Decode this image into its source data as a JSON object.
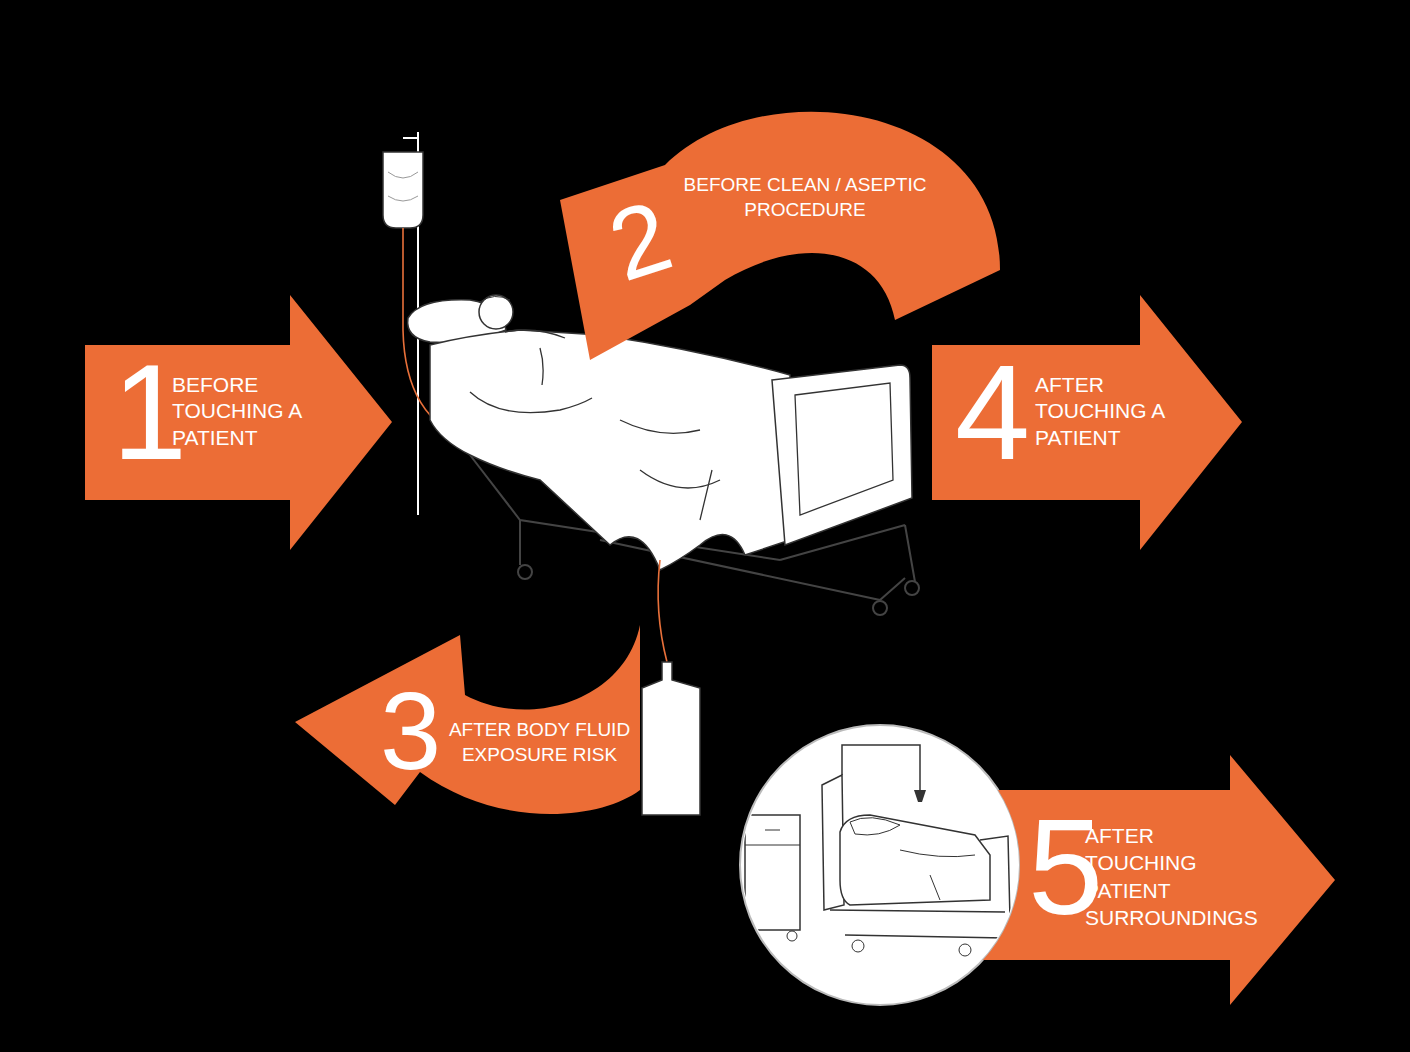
{
  "diagram": {
    "nodes": [
      {
        "text": [
          "1",
          "BEFORE TOUCHING A PATIENT"
        ]
      },
      {
        "text": [
          "2",
          "BEFORE CLEAN / ASEPTIC PROCEDURE"
        ]
      },
      {
        "text": [
          "3",
          "AFTER BODY FLUID EXPOSURE RISK"
        ]
      },
      {
        "text": [
          "4",
          "AFTER TOUCHING A PATIENT"
        ]
      },
      {
        "text": [
          "5",
          "AFTER TOUCHING PATIENT SURROUNDINGS"
        ]
      }
    ]
  }
}
